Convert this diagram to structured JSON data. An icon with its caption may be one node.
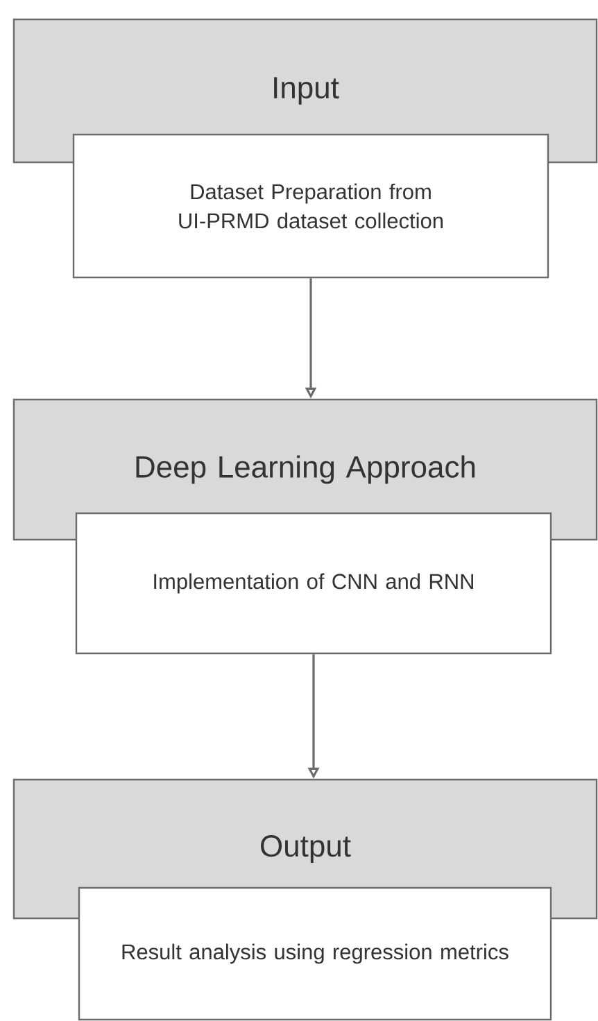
{
  "diagram": {
    "nodes": [
      {
        "text": [
          "Input"
        ]
      },
      {
        "text": [
          "Dataset Preparation from UI-PRMD dataset collection"
        ]
      },
      {
        "text": [
          "Deep Learning Approach"
        ]
      },
      {
        "text": [
          "Implementation of CNN and RNN"
        ]
      },
      {
        "text": [
          "Output"
        ]
      },
      {
        "text": [
          "Result analysis using regression metrics"
        ]
      }
    ],
    "edges": [
      {
        "from": 1,
        "to": 2,
        "arrow": "to"
      },
      {
        "from": 3,
        "to": 4,
        "arrow": "to"
      }
    ]
  }
}
